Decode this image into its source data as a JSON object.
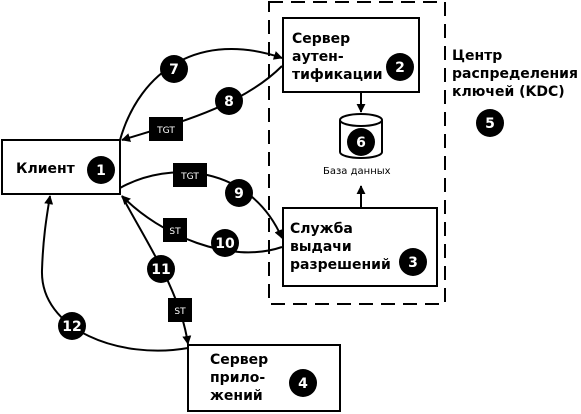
{
  "kdc": {
    "label": [
      "Центр",
      "распределения",
      "ключей (KDC)"
    ],
    "number": "5"
  },
  "client": {
    "label": "Клиент",
    "number": "1"
  },
  "auth_server": {
    "label": [
      "Сервер",
      "аутен-",
      "тификации"
    ],
    "number": "2"
  },
  "tgs": {
    "label": [
      "Служба",
      "выдачи",
      "разрешений"
    ],
    "number": "3"
  },
  "app_server": {
    "label": [
      "Сервер",
      "прило-",
      "жений"
    ],
    "number": "4"
  },
  "database": {
    "label": "База данных",
    "number": "6"
  },
  "steps": [
    "7",
    "8",
    "9",
    "10",
    "11",
    "12"
  ],
  "tokens": {
    "tgt_1": "TGT",
    "tgt_2": "TGT",
    "st_1": "ST",
    "st_2": "ST"
  }
}
